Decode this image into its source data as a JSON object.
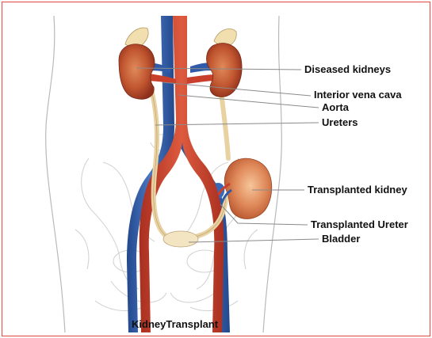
{
  "colors": {
    "border": "#e35a52",
    "vein": "#2f5ba8",
    "artery": "#c8402c",
    "kidney": "#b8482e",
    "ureter": "#f0dcae",
    "bone": "#d9d9d9"
  },
  "labels": {
    "diseased_kidneys": "Diseased kidneys",
    "vena_cava": "Interior vena cava",
    "aorta": "Aorta",
    "ureters": "Ureters",
    "transplanted_kidney": "Transplanted kidney",
    "transplanted_ureter": "Transplanted Ureter",
    "bladder": "Bladder"
  },
  "caption": "KidneyTransplant"
}
